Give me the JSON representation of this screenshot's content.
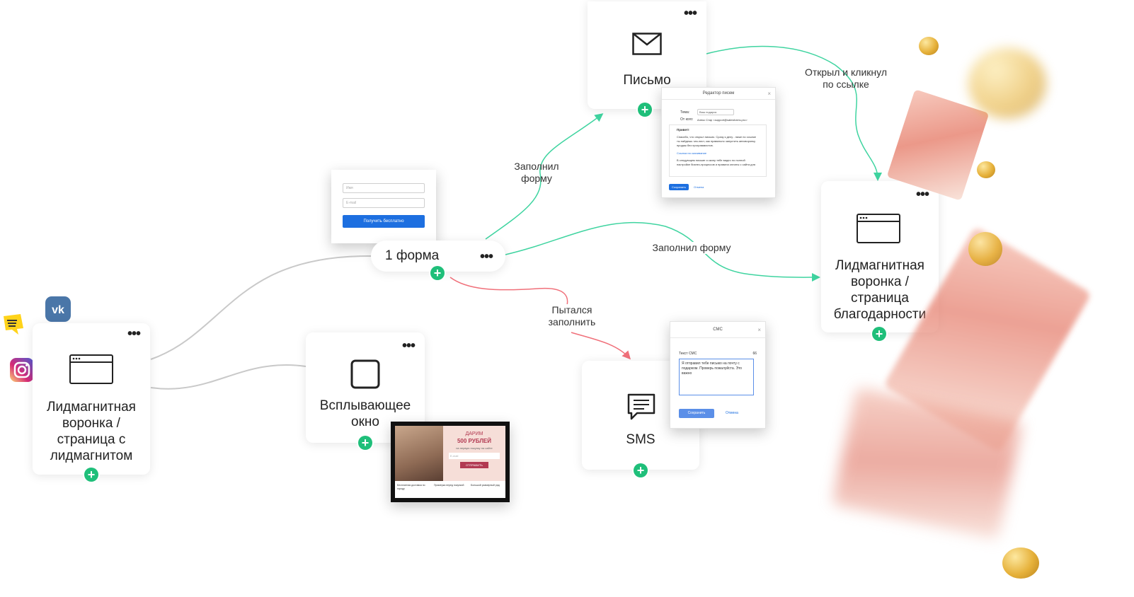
{
  "nodes": {
    "landing": {
      "title": "Лидмагнитная воронка / страница с лидмагнитом"
    },
    "form": {
      "title": "1 форма"
    },
    "popup": {
      "title": "Всплывающее окно"
    },
    "letter": {
      "title": "Письмо"
    },
    "sms": {
      "title": "SMS"
    },
    "thanks": {
      "title": "Лидмагнитная воронка / страница благодарности"
    }
  },
  "edges": {
    "form_to_letter": "Заполнил форму",
    "form_to_thanks": "Заполнил форму",
    "form_to_sms": "Пытался заполнить",
    "letter_to_thanks": "Открыл и кликнул по ссылке"
  },
  "form_preview": {
    "name_placeholder": "Имя",
    "email_placeholder": "E-mail",
    "button": "Получить бесплатно"
  },
  "email_editor": {
    "title": "Редактор писем",
    "subject_label": "Тема:",
    "subject_value": "Ваш подарок",
    "from_label": "От кого:",
    "from_value": "Алекс Стар <support@salesforms.pro>",
    "greeting": "Привет!",
    "body": "Спасибо, что открыл письмо. Сразу к делу - ниже по ссылке ты найдешь чек-лист, как правильно запустить автоворонку продаж без программистов.",
    "link": "Ссылка на скачивание",
    "footer": "В следующем письме я скину тебе видео по полной настройке бизнес-процессов и правила оплаты с сайта для",
    "save": "Сохранить",
    "cancel": "Отмена"
  },
  "sms_editor": {
    "title": "СМС",
    "label": "Текст СМС",
    "count": "66",
    "text": "Я отправил тебе письмо на почту с подарком. Проверь пожалуйста. Это важно",
    "save": "Сохранить",
    "cancel": "Отмена"
  },
  "popup_preview": {
    "heading": "ДАРИМ",
    "amount": "500 РУБЛЕЙ",
    "sub": "на первую покупку на сайте",
    "email_placeholder": "E-mail",
    "button": "ОТПРАВИТЬ",
    "features": [
      "Бесплатная доставка по городу",
      "Примерка перед покупкой",
      "Большой размерный ряд"
    ]
  },
  "colors": {
    "accent_green": "#1fbf7a",
    "line_teal": "#3fd4a0",
    "line_red": "#f0707a",
    "line_gray": "#c9c9c9",
    "button_blue": "#1d6fe0"
  },
  "icons": [
    "browser-window-icon",
    "envelope-icon",
    "popup-square-icon",
    "sms-bubble-icon",
    "vk-icon",
    "google-ads-icon",
    "instagram-icon",
    "yandex-direct-icon"
  ]
}
